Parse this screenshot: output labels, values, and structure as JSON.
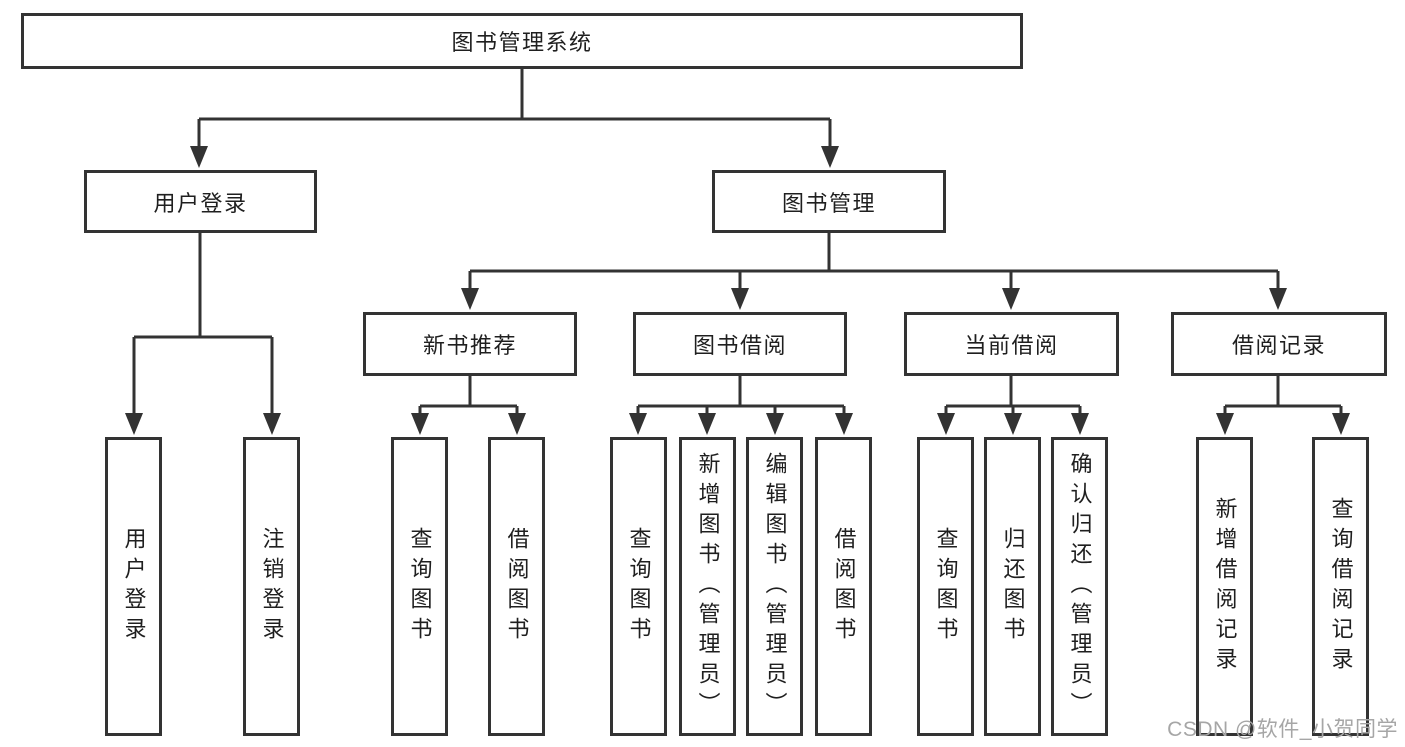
{
  "colors": {
    "background": "#ffffff",
    "line": "#333333",
    "box_border": "#333333",
    "box_fill": "#ffffff",
    "text": "#1f1f1f",
    "watermark": "#a6a6a6"
  },
  "watermark": {
    "text": "CSDN @软件_小贺同学"
  },
  "nodes": {
    "root": {
      "label": "图书管理系统"
    },
    "user_login": {
      "label": "用户登录"
    },
    "book_mgmt": {
      "label": "图书管理"
    },
    "new_book_rec": {
      "label": "新书推荐"
    },
    "book_borrow": {
      "label": "图书借阅"
    },
    "current_borrow": {
      "label": "当前借阅"
    },
    "borrow_record": {
      "label": "借阅记录"
    },
    "leaf_user_login": {
      "label": "用户登录"
    },
    "leaf_logout": {
      "label": "注销登录"
    },
    "leaf_nb_query": {
      "label": "查询图书"
    },
    "leaf_nb_borrow": {
      "label": "借阅图书"
    },
    "leaf_bb_query": {
      "label": "查询图书"
    },
    "leaf_bb_add": {
      "label": "新增图书（管理员）"
    },
    "leaf_bb_edit": {
      "label": "编辑图书（管理员）"
    },
    "leaf_bb_borrow": {
      "label": "借阅图书"
    },
    "leaf_cb_query": {
      "label": "查询图书"
    },
    "leaf_cb_return": {
      "label": "归还图书"
    },
    "leaf_cb_confirm": {
      "label": "确认归还（管理员）"
    },
    "leaf_br_add": {
      "label": "新增借阅记录"
    },
    "leaf_br_query": {
      "label": "查询借阅记录"
    }
  },
  "edges": [
    [
      "root",
      "user_login"
    ],
    [
      "root",
      "book_mgmt"
    ],
    [
      "user_login",
      "leaf_user_login"
    ],
    [
      "user_login",
      "leaf_logout"
    ],
    [
      "book_mgmt",
      "new_book_rec"
    ],
    [
      "book_mgmt",
      "book_borrow"
    ],
    [
      "book_mgmt",
      "current_borrow"
    ],
    [
      "book_mgmt",
      "borrow_record"
    ],
    [
      "new_book_rec",
      "leaf_nb_query"
    ],
    [
      "new_book_rec",
      "leaf_nb_borrow"
    ],
    [
      "book_borrow",
      "leaf_bb_query"
    ],
    [
      "book_borrow",
      "leaf_bb_add"
    ],
    [
      "book_borrow",
      "leaf_bb_edit"
    ],
    [
      "book_borrow",
      "leaf_bb_borrow"
    ],
    [
      "current_borrow",
      "leaf_cb_query"
    ],
    [
      "current_borrow",
      "leaf_cb_return"
    ],
    [
      "current_borrow",
      "leaf_cb_confirm"
    ],
    [
      "borrow_record",
      "leaf_br_add"
    ],
    [
      "borrow_record",
      "leaf_br_query"
    ]
  ]
}
